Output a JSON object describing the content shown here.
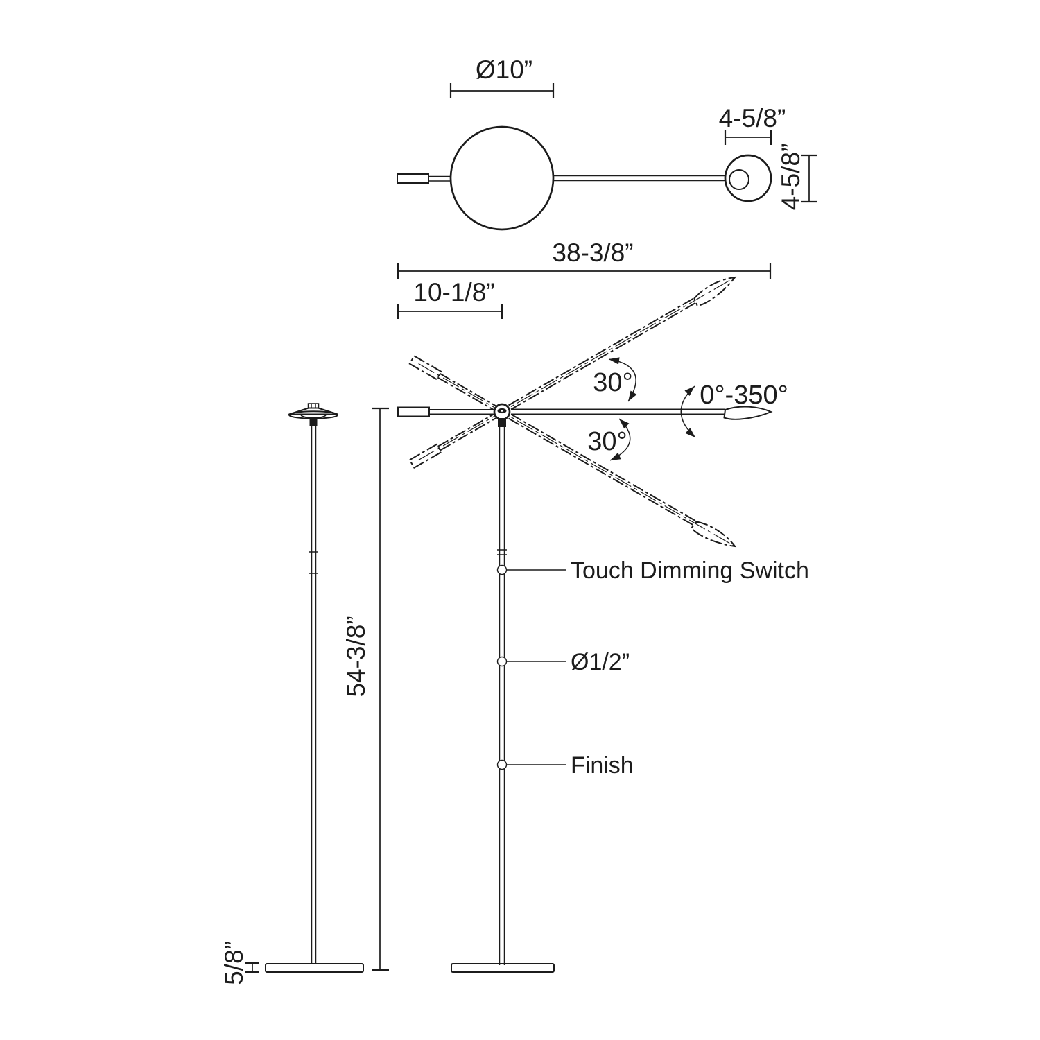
{
  "colors": {
    "line": "#1c1c1c",
    "background": "#ffffff"
  },
  "top_view": {
    "head_diameter": "Ø10”",
    "overall_length": "38-3/8”",
    "handle_length": "10-1/8”",
    "aux_head_width": "4-5/8”",
    "aux_head_height": "4-5/8”"
  },
  "articulation": {
    "tilt_up_angle": "30°",
    "tilt_down_angle": "30°",
    "rotation_range": "0°-350°"
  },
  "elevation": {
    "overall_height": "54-3/8”",
    "base_thickness": "5/8”"
  },
  "callouts": {
    "touch_switch": "Touch Dimming Switch",
    "pole_diameter": "Ø1/2”",
    "finish": "Finish"
  }
}
